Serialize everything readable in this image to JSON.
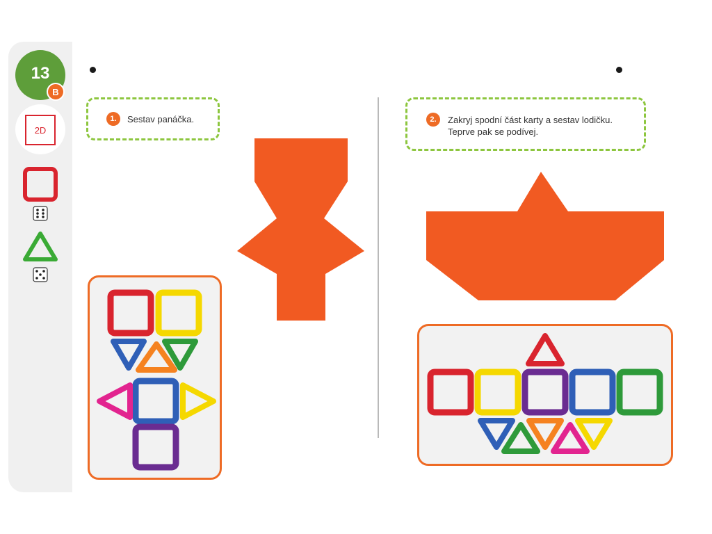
{
  "card": {
    "number": "13",
    "level": "B",
    "mode": "2D"
  },
  "pieces": [
    {
      "shape": "square",
      "icon": "square-piece-icon",
      "color": "#d9242e",
      "count": 6
    },
    {
      "shape": "triangle",
      "icon": "triangle-piece-icon",
      "color": "#3aaa35",
      "count": 5
    }
  ],
  "tasks": [
    {
      "number": "1.",
      "text": "Sestav panáčka."
    },
    {
      "number": "2.",
      "text": "Zakryj spodní  část karty a sestav lodičku.\nTeprve pak se podívej."
    }
  ],
  "colors": {
    "silhouette": "#f15a22",
    "accent_orange": "#ee6b25",
    "dashed_border": "#8dc63f",
    "badge_green": "#5e9e3a",
    "red": "#d9242e",
    "yellow": "#f5d800",
    "blue": "#2f5fb7",
    "green": "#2e9a3a",
    "purple": "#6a2c91",
    "orange": "#f58220",
    "pink": "#e2248f"
  }
}
